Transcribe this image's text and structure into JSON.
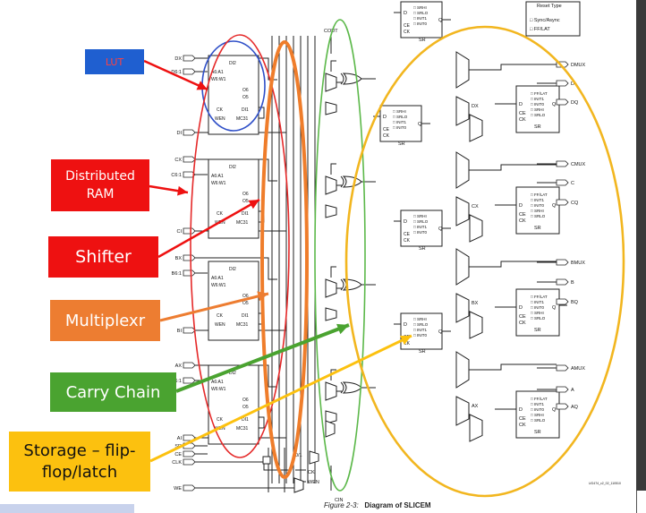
{
  "colors": {
    "lut_box": "#1f5fd0",
    "red_box": "#ee1111",
    "orange_box": "#ed7d31",
    "green_box": "#4aa330",
    "yellow_box": "#fcc10f",
    "red_ellipse": "#e52a2a",
    "blue_ellipse": "#3050c8",
    "orange_ellipse": "#ef7d2b",
    "green_ellipse": "#5cb84a",
    "yellow_ellipse": "#f2b61f"
  },
  "callouts": [
    {
      "label": "LUT"
    },
    {
      "label": "Distributed RAM"
    },
    {
      "label": "Shifter"
    },
    {
      "label": "Multiplexr"
    },
    {
      "label": "Carry Chain"
    },
    {
      "label": "Storage – flip-flop/latch"
    }
  ],
  "diagram": {
    "caption_prefix": "Figure 2-3:",
    "caption_title": "Diagram of SLICEM",
    "doc_id": "UG474_c2_02_110510",
    "reset_type": {
      "title": "Reset Type",
      "opt1": "Sync/Async",
      "opt2": "FF/LAT"
    },
    "cout": "COUT",
    "cin": "CIN",
    "inputs": [
      "DX",
      "D6:1",
      "DI",
      "CX",
      "C6:1",
      "CI",
      "BX",
      "B6:1",
      "BI",
      "AX",
      "A6:1",
      "AI",
      "SR",
      "CE",
      "CLK",
      "WE"
    ],
    "outputs": [
      "DMUX",
      "D",
      "DQ",
      "CMUX",
      "C",
      "CQ",
      "BMUX",
      "B",
      "BQ",
      "AMUX",
      "A",
      "AQ"
    ],
    "lut_pins": {
      "di2": "DI2",
      "a": "A6:A1",
      "w": "W6:W1",
      "o6": "O6",
      "o5": "O5",
      "ck": "CK",
      "di1": "DI1",
      "wen": "WEN",
      "mc31": "MC31"
    },
    "ff_pins": {
      "d": "D",
      "ce": "CE",
      "ck": "CK",
      "q": "Q",
      "sr": "SR",
      "opts": [
        "FF/LAT",
        "INIT1",
        "INIT0",
        "SRHI",
        "SRLO"
      ]
    },
    "srl_pins": {
      "opts": [
        "SRHI",
        "SRLO",
        "INIT1",
        "INIT0"
      ]
    },
    "mux_inputs": [
      "DX",
      "CX",
      "BX",
      "AX"
    ],
    "zero_one": "0/1",
    "ck_label": "CK",
    "wen_label": "WEN"
  }
}
